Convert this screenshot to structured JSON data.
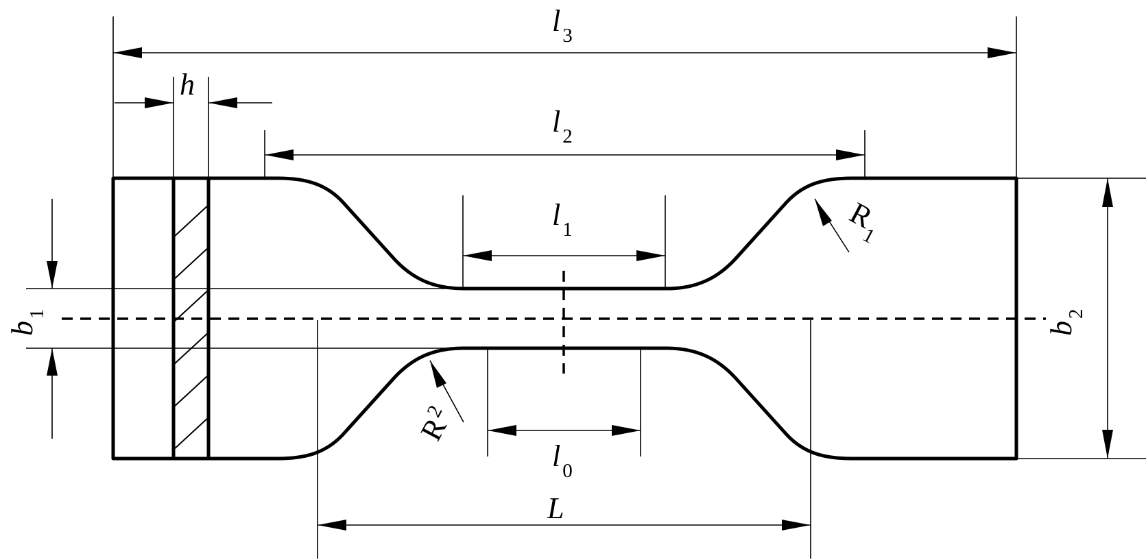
{
  "labels": {
    "l3": {
      "main": "l",
      "sub": "3"
    },
    "h": {
      "main": "h"
    },
    "l2": {
      "main": "l",
      "sub": "2"
    },
    "l1": {
      "main": "l",
      "sub": "1"
    },
    "l0": {
      "main": "l",
      "sub": "0"
    },
    "L": {
      "main": "L"
    },
    "b1": {
      "main": "b",
      "sub": "1"
    },
    "b2": {
      "main": "b",
      "sub": "2"
    },
    "R1": {
      "main": "R",
      "sub": "1"
    },
    "R2": {
      "main": "R",
      "sub": "2"
    }
  }
}
